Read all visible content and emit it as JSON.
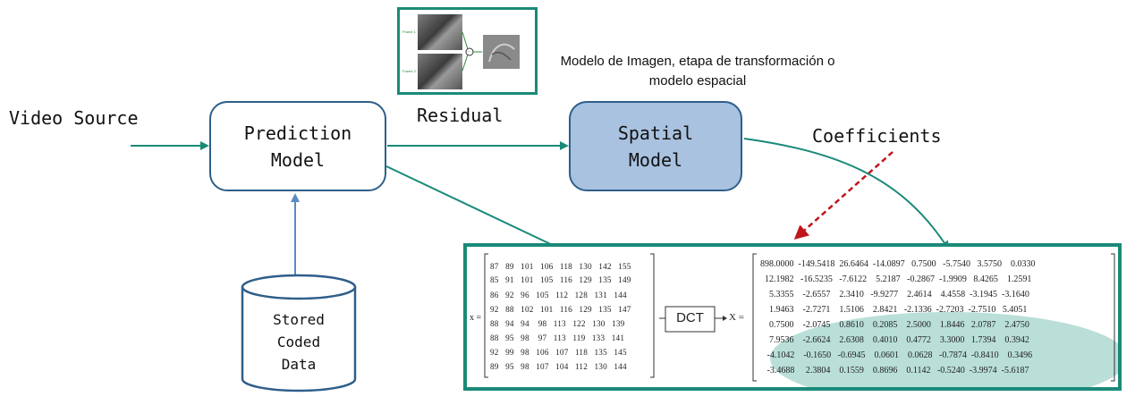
{
  "labels": {
    "video_source": "Video Source",
    "residual": "Residual",
    "coefficients": "Coefficients"
  },
  "boxes": {
    "prediction_model": "Prediction\nModel",
    "spatial_model": "Spatial\nModel"
  },
  "storage": {
    "label": "Stored\nCoded\nData"
  },
  "note": "Modelo de Imagen, etapa de transformación o modelo espacial",
  "residual_thumbnail": {
    "frame1_label": "Frame 1",
    "frame2_label": "Frame 2",
    "operator": "−"
  },
  "matrix": {
    "x_label": "x =",
    "X_label": "X =",
    "dct_label": "DCT",
    "input_rows": [
      "87   89   101   106   118   130   142   155",
      "85   91   101   105   116   129   135   149",
      "86   92   96   105   112   128   131   144",
      "92   88   102   101   116   129   135   147",
      "88   94   94    98   113   122   130   139",
      "88   95   98    97   113   119   133   141",
      "92   99   98   106   107   118   135   145",
      "89   95   98   107   104   112   130   144"
    ],
    "output_rows": [
      "898.0000  -149.5418  26.6464  -14.0897   0.7500   -5.7540   3.5750    0.0330",
      "  12.1982   -16.5235   -7.6122    5.2187   -0.2867  -1.9909   8.4265    1.2591",
      "    5.3355    -2.6557    2.3410   -9.9277    2.4614    4.4558  -3.1945  -3.1640",
      "    1.9463    -2.7271    1.5106    2.8421   -2.1336  -2.7203  -2.7510   5.4051",
      "    0.7500    -2.0745    0.8610    0.2085    2.5000    1.8446   2.0787    2.4750",
      "    7.9536    -2.6624    2.6308    0.4010    0.4772    3.3000   1.7394    0.3942",
      "   -4.1042    -0.1650   -0.6945    0.0601    0.0628   -0.7874  -0.8410    0.3496",
      "   -3.4688     2.3804    0.1559    0.8696    0.1142   -0.5240  -3.9974  -5.6187"
    ]
  },
  "colors": {
    "teal": "#1a8a78",
    "box_border": "#2e5f8a",
    "spatial_fill": "#a8c2e0",
    "cylinder_border": "#2e5f8a",
    "dashed_arrow": "#c0161b",
    "ellipse_fill": "#7fc4b8"
  }
}
